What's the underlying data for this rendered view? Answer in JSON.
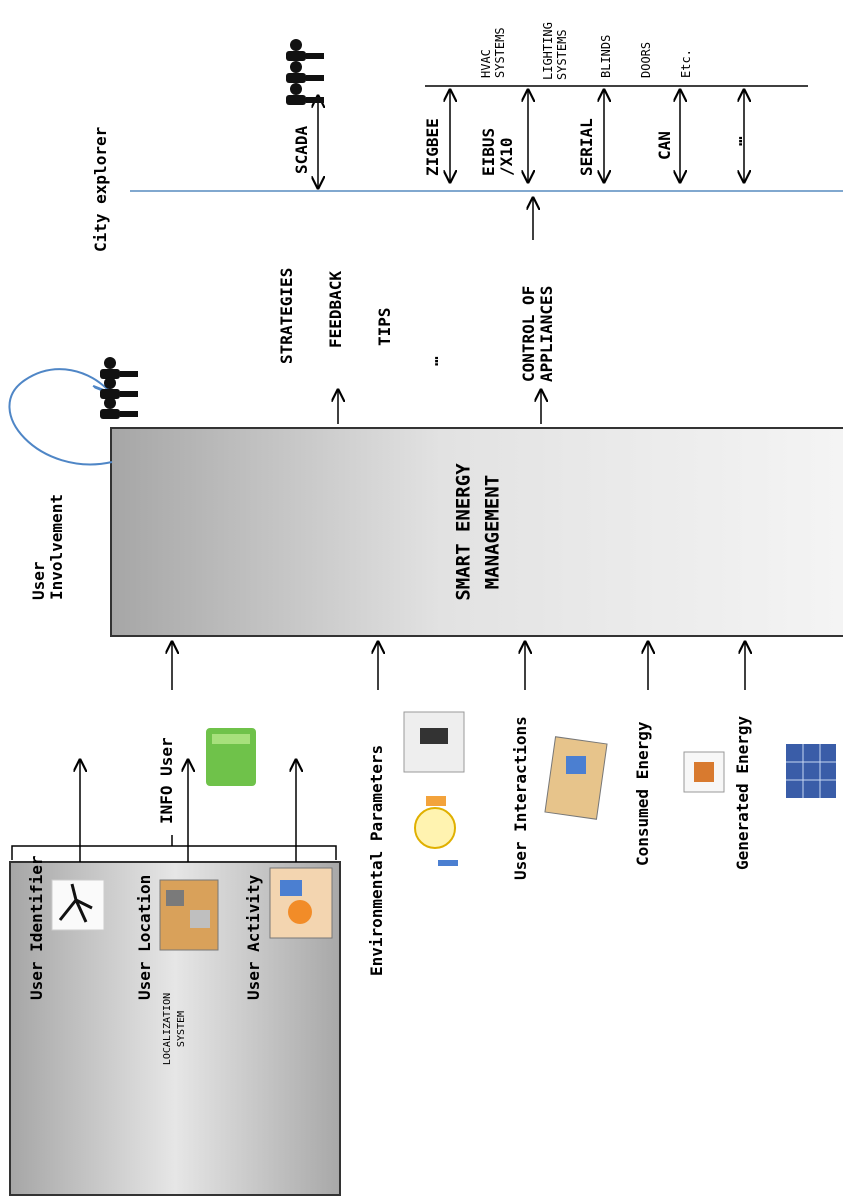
{
  "localization_system": "LOCALIZATION\nSYSTEM",
  "sem": "SMART ENERGY\nMANAGEMENT",
  "user_identifier": "User Identifier",
  "user_location": "User Location",
  "user_activity": "User Activity",
  "info_user": "INFO User",
  "environmental_parameters": "Environmental Parameters",
  "user_interactions": "User Interactions",
  "consumed_energy": "Consumed Energy",
  "generated_energy": "Generated Energy",
  "user_involvement": "User\nInvolvement",
  "strategies": "STRATEGIES",
  "feedback": "FEEDBACK",
  "tips": "TIPS",
  "ellipsis": "…",
  "control_of_appliances": "CONTROL OF\nAPPLIANCES",
  "city_explorer": "City explorer",
  "scada": "SCADA",
  "zigbee": "ZIGBEE",
  "eibus": "EIBUS\n/X10",
  "serial": "SERIAL",
  "can": "CAN",
  "protocol_ellipsis": "…",
  "hvac": "HVAC\nSYSTEMS",
  "lighting": "LIGHTING\nSYSTEMS",
  "blinds": "BLINDS",
  "doors": "DOORS",
  "etc": "Etc.",
  "colors": {
    "divider": "#6f9bc8",
    "loop": "#4f86c6",
    "box_dark": "#9a9a9a",
    "box_light": "#f2f2f2"
  }
}
